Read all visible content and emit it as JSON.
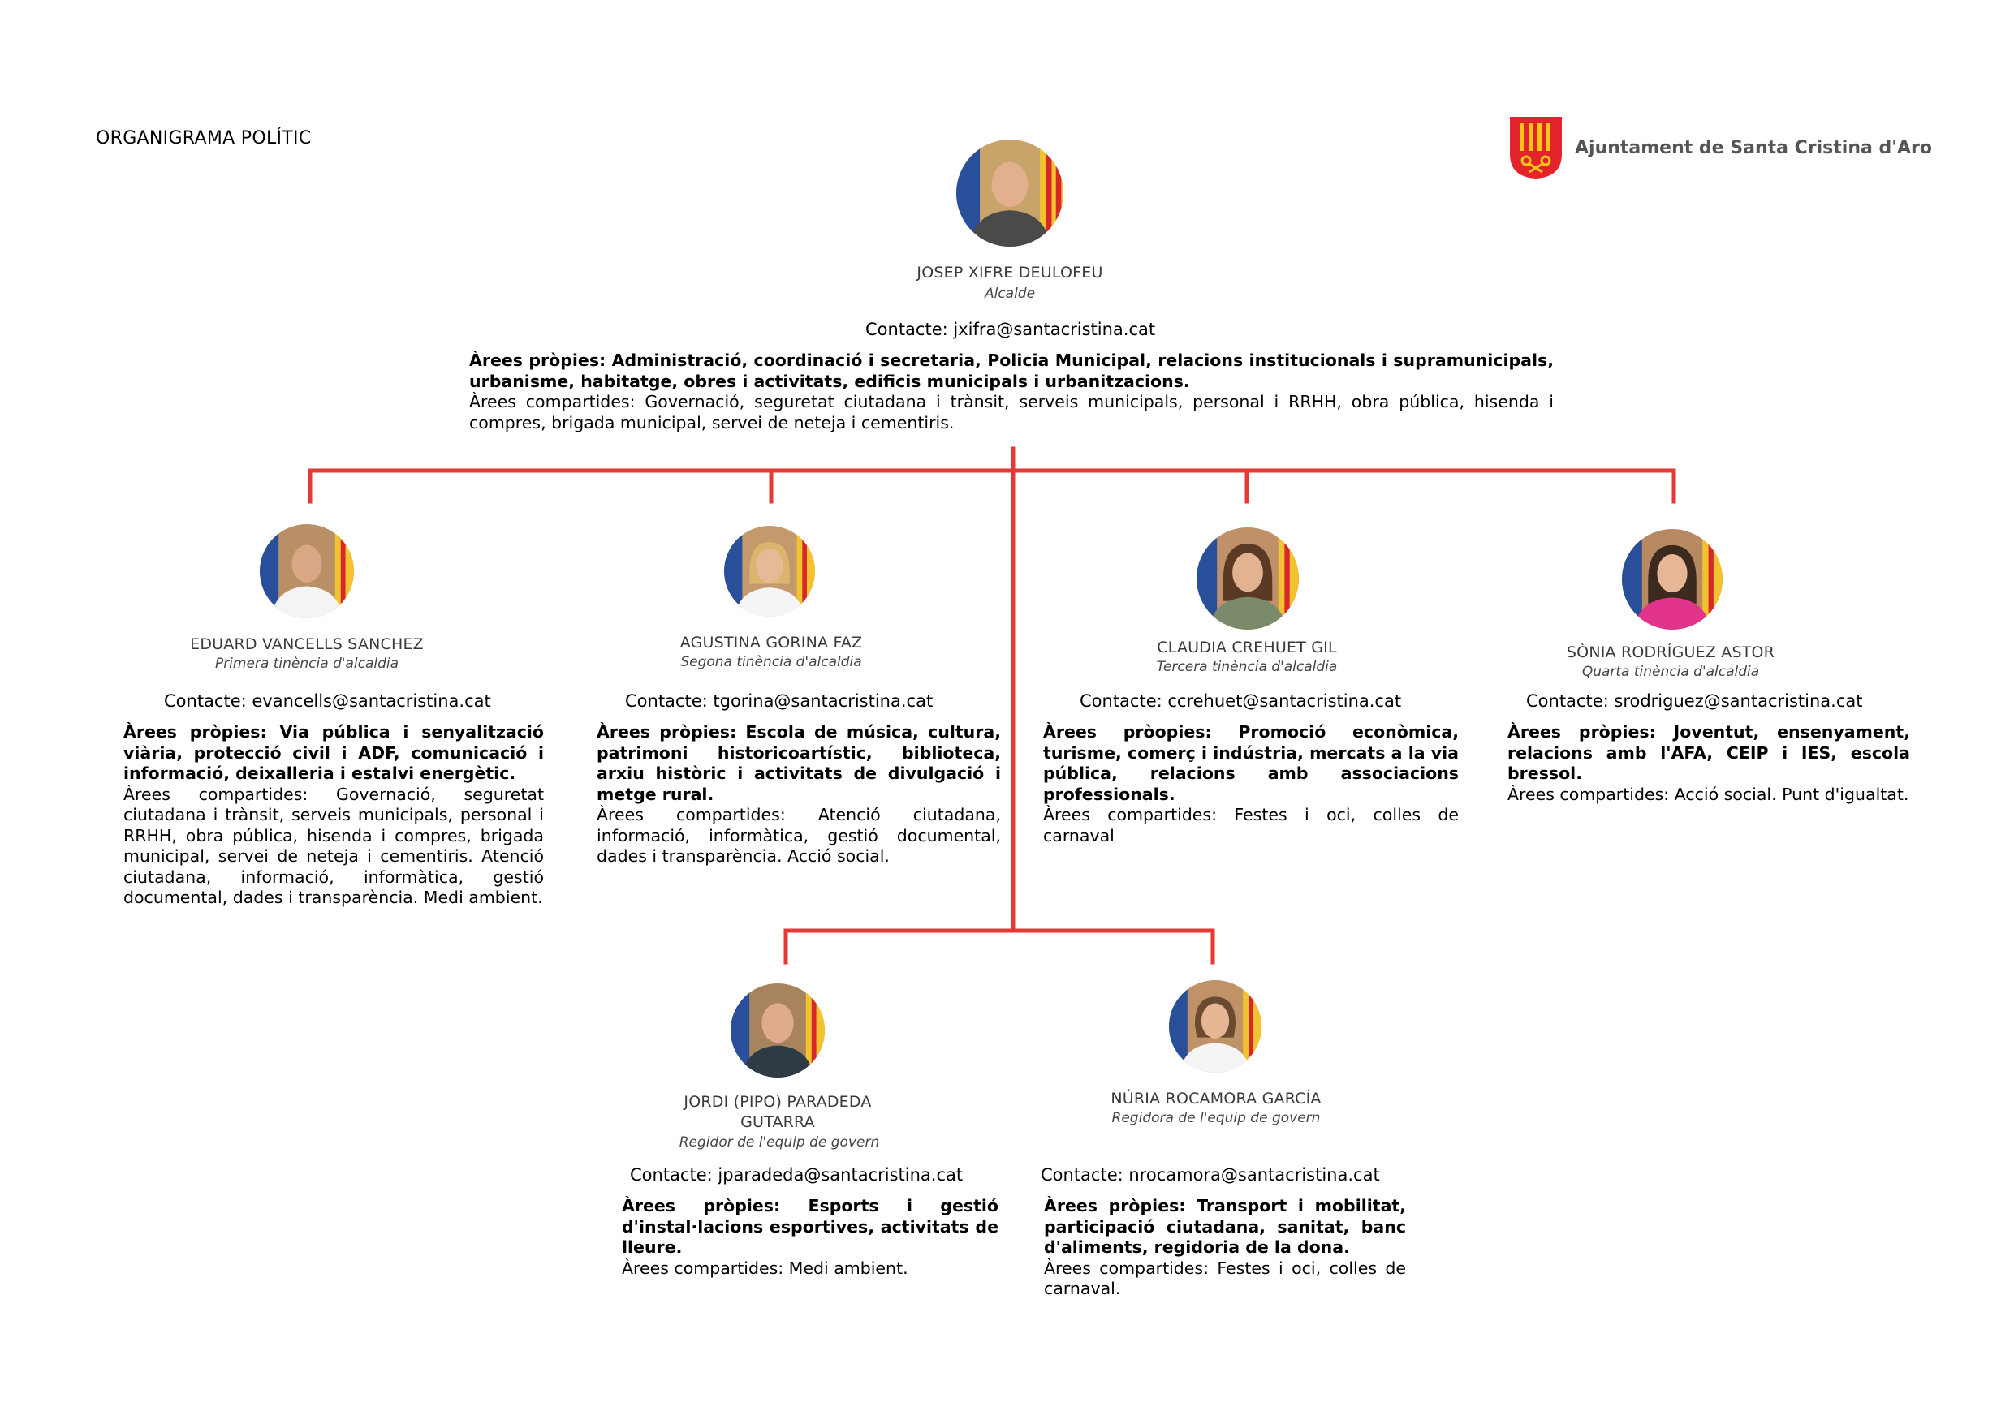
{
  "header": {
    "title": "ORGANIGRAMA POLÍTIC",
    "logo_text": "Ajuntament de Santa Cristina d'Aro"
  },
  "colors": {
    "connector": "#e53935",
    "logo_red": "#e3232c",
    "logo_gold": "#f5c518"
  },
  "mayor": {
    "name": "JOSEP XIFRE DEULOFEU",
    "role": "Alcalde",
    "contact": "Contacte: jxifra@santacristina.cat",
    "own_areas": "Àrees pròpies: Administració, coordinació i secretaria, Policia Municipal, relacions institucionals i supramunicipals, urbanisme, habitatge, obres i activitats, edificis municipals i urbanitzacions.",
    "shared_areas": "Àrees compartides: Governació, seguretat ciutadana i trànsit, serveis municipals, personal i RRHH, obra pública, hisenda i compres, brigada municipal, servei de neteja i cementiris."
  },
  "deputies": [
    {
      "name": "EDUARD VANCELLS SANCHEZ",
      "role": "Primera tinència d'alcaldia",
      "contact": "Contacte: evancells@santacristina.cat",
      "own_areas": "Àrees pròpies: Via pública i senyalització viària, protecció civil i ADF, comunicació i informació, deixalleria i estalvi energètic.",
      "shared_areas": "Àrees compartides: Governació, seguretat ciutadana i trànsit, serveis municipals, personal i RRHH, obra pública, hisenda i compres, brigada municipal, servei de neteja i cementiris. Atenció ciutadana, informació, informàtica, gestió documental, dades i transparència. Medi ambient."
    },
    {
      "name": "AGUSTINA GORINA FAZ",
      "role": "Segona tinència d'alcaldia",
      "contact": "Contacte: tgorina@santacristina.cat",
      "own_areas": "Àrees pròpies: Escola de música, cultura, patrimoni historicoartístic, biblioteca, arxiu històric i activitats de divulgació i metge rural.",
      "shared_areas": "Àrees compartides: Atenció ciutadana, informació, informàtica, gestió documental, dades i transparència. Acció social."
    },
    {
      "name": "CLAUDIA CREHUET GIL",
      "role": "Tercera tinència d'alcaldia",
      "contact": "Contacte: ccrehuet@santacristina.cat",
      "own_areas": "Àrees pròopies: Promoció econòmica, turisme, comerç i indústria, mercats a la via pública, relacions amb associacions professionals.",
      "shared_areas": "Àrees compartides: Festes i oci, colles de carnaval"
    },
    {
      "name": "SÒNIA RODRÍGUEZ ASTOR",
      "role": "Quarta tinència d'alcaldia",
      "contact": "Contacte: srodriguez@santacristina.cat",
      "own_areas": "Àrees pròpies: Joventut, ensenyament, relacions amb l'AFA, CEIP i IES, escola bressol.",
      "shared_areas": "Àrees compartides: Acció social. Punt d'igualtat."
    }
  ],
  "councillors": [
    {
      "name": "JORDI (PIPO) PARADEDA GUTARRA",
      "role": "Regidor de l'equip de govern",
      "contact": "Contacte: jparadeda@santacristina.cat",
      "own_areas": "Àrees pròpies: Esports i gestió d'instal·lacions esportives, activitats de lleure.",
      "shared_areas": "Àrees compartides: Medi ambient."
    },
    {
      "name": "NÚRIA ROCAMORA GARCÍA",
      "role": "Regidora de l'equip de govern",
      "contact": "Contacte: nrocamora@santacristina.cat",
      "own_areas": "Àrees pròpies: Transport i mobilitat, participació ciutadana, sanitat, banc d'aliments, regidoria de la dona.",
      "shared_areas": "Àrees compartides: Festes i oci, colles de carnaval."
    }
  ]
}
